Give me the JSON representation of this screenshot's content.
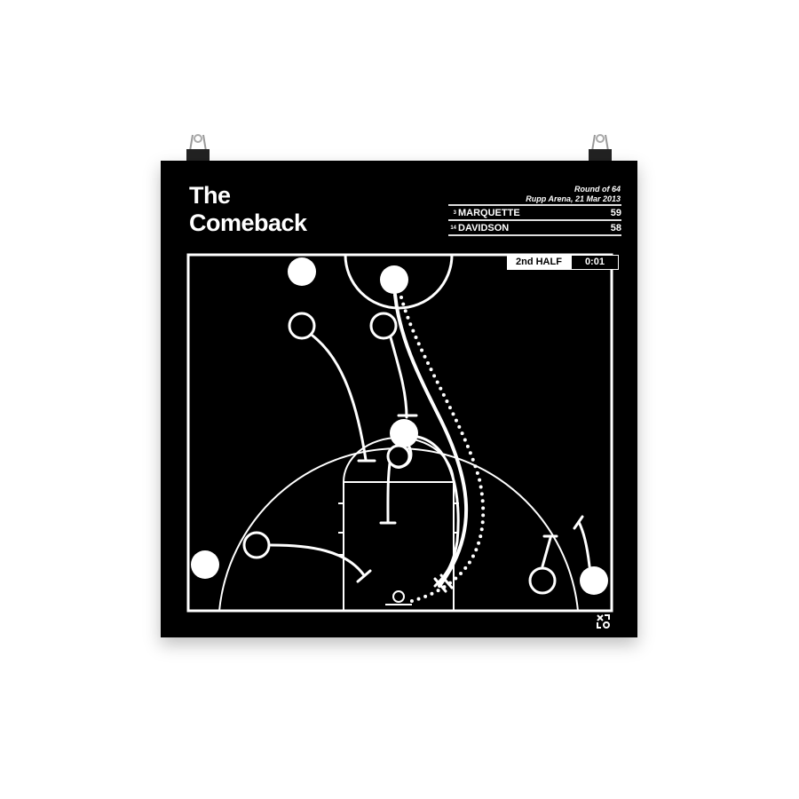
{
  "title_line1": "The",
  "title_line2": "Comeback",
  "game": {
    "round": "Round of 64",
    "venue_date": "Rupp Arena, 21 Mar 2013"
  },
  "teams": [
    {
      "seed": "3",
      "name": "MARQUETTE",
      "score": "59"
    },
    {
      "seed": "14",
      "name": "DAVIDSON",
      "score": "58"
    }
  ],
  "period": "2nd HALF",
  "clock": "0:01",
  "colors": {
    "background": "#000000",
    "lines": "#ffffff"
  },
  "logo": "xo-logo-icon"
}
